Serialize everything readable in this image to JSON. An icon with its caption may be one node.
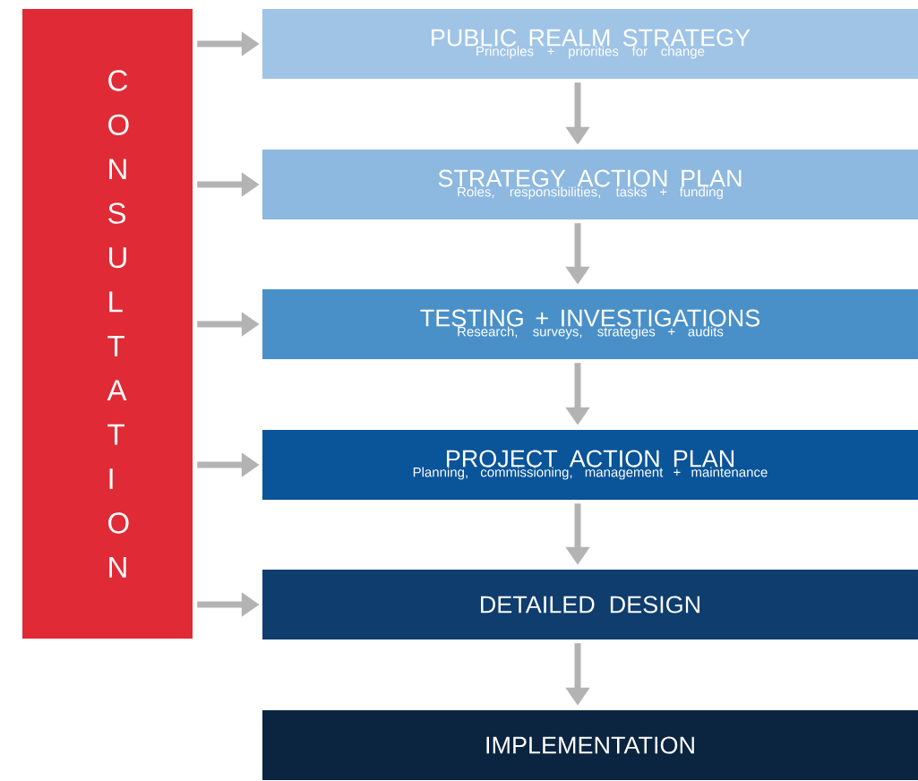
{
  "diagram": {
    "nodes": [
      {
        "text": [
          "CONSULTATION"
        ]
      },
      {
        "text": [
          "PUBLIC REALM STRATEGY",
          "Principles + priorities for change"
        ]
      },
      {
        "text": [
          "STRATEGY ACTION PLAN",
          "Roles, responsibilities, tasks + funding"
        ]
      },
      {
        "text": [
          "TESTING + INVESTIGATIONS",
          "Research, surveys, strategies + audits"
        ]
      },
      {
        "text": [
          "PROJECT ACTION PLAN",
          "Planning, commissioning, management + maintenance"
        ]
      },
      {
        "text": [
          "DETAILED DESIGN"
        ]
      },
      {
        "text": [
          "IMPLEMENTATION"
        ]
      }
    ],
    "edges": [
      {
        "from": 0,
        "to": 1,
        "arrow": "to"
      },
      {
        "from": 0,
        "to": 2,
        "arrow": "to"
      },
      {
        "from": 0,
        "to": 3,
        "arrow": "to"
      },
      {
        "from": 0,
        "to": 4,
        "arrow": "to"
      },
      {
        "from": 0,
        "to": 5,
        "arrow": "to"
      },
      {
        "from": 1,
        "to": 2,
        "arrow": "to"
      },
      {
        "from": 2,
        "to": 3,
        "arrow": "to"
      },
      {
        "from": 3,
        "to": 4,
        "arrow": "to"
      },
      {
        "from": 4,
        "to": 5,
        "arrow": "to"
      },
      {
        "from": 5,
        "to": 6,
        "arrow": "to"
      }
    ]
  }
}
